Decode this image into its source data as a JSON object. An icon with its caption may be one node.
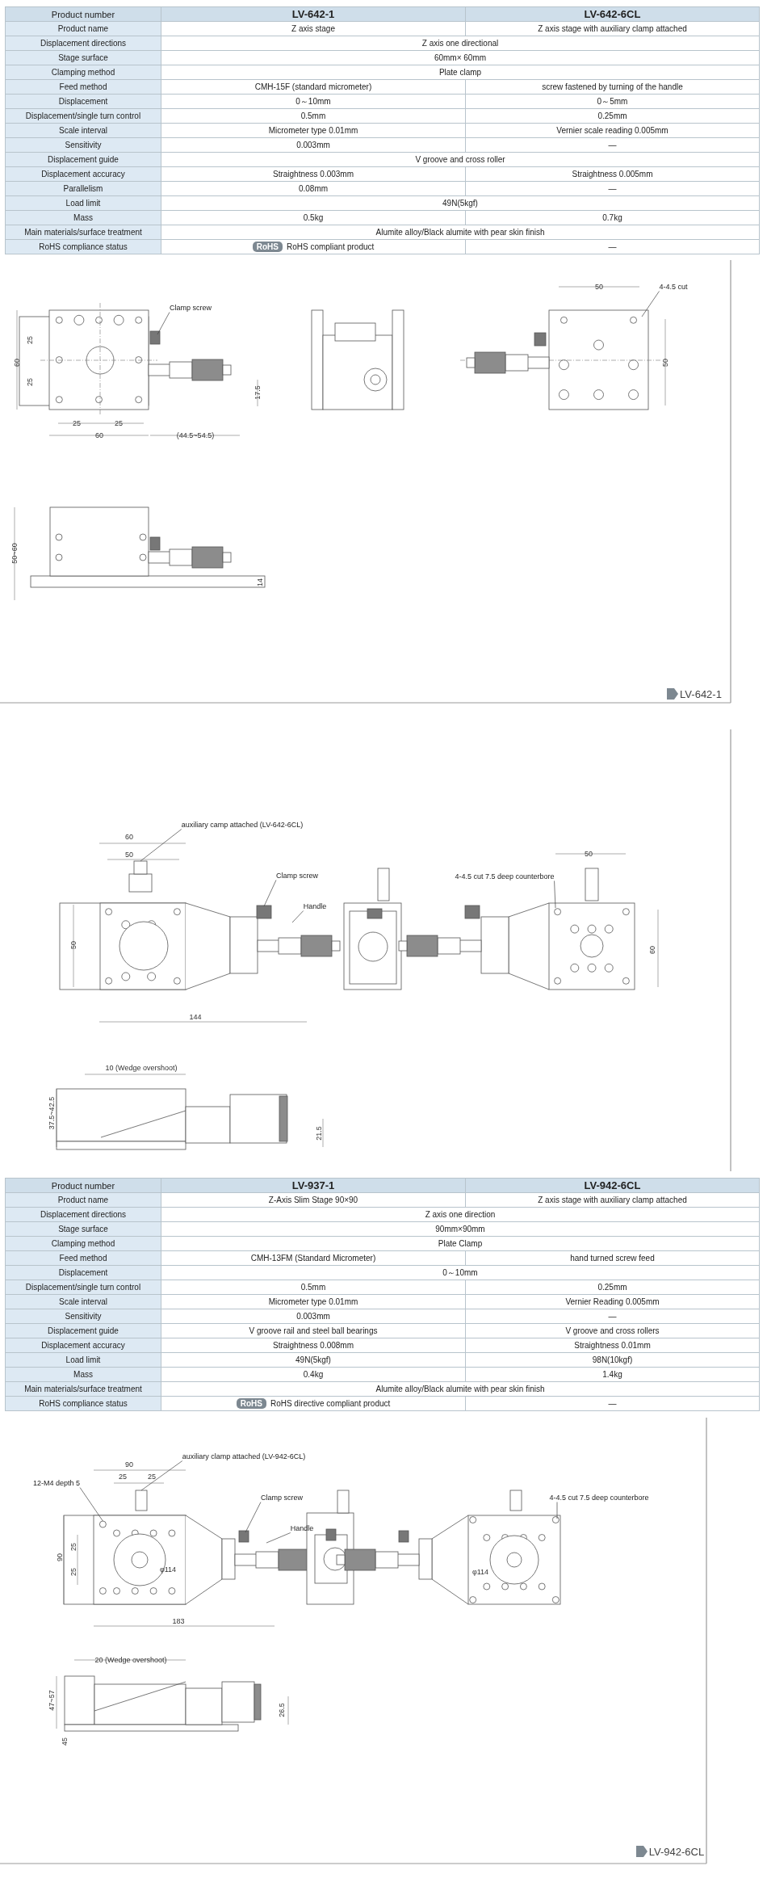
{
  "diagram": {
    "nodes": [
      {
        "text": [
          "Clamp screw"
        ]
      },
      {
        "text": [
          "4-4.5 cut"
        ]
      },
      {
        "text": [
          "auxiliary camp attached (LV-642-6CL)"
        ]
      },
      {
        "text": [
          "Clamp screw"
        ]
      },
      {
        "text": [
          "Handle"
        ]
      },
      {
        "text": [
          "4-4.5 cut 7.5 deep counterbore"
        ]
      },
      {
        "text": [
          "12-M4 depth 5"
        ]
      },
      {
        "text": [
          "auxiliary clamp attached (LV-942-6CL)"
        ]
      },
      {
        "text": [
          "Clamp screw"
        ]
      },
      {
        "text": [
          "Handle"
        ]
      },
      {
        "text": [
          "4-4.5 cut 7.5 deep counterbore"
        ]
      },
      {
        "text": [],
        "shape": "box"
      },
      {
        "text": [],
        "shape": "box"
      },
      {
        "text": [],
        "shape": "circle"
      }
    ],
    "edges": [
      {
        "from": 0,
        "to": null,
        "arrow": "none"
      },
      {
        "from": 1,
        "to": null,
        "arrow": "none"
      },
      {
        "from": 2,
        "to": 11,
        "arrow": "none"
      },
      {
        "from": 3,
        "to": null,
        "arrow": "none"
      },
      {
        "from": 4,
        "to": null,
        "arrow": "none"
      },
      {
        "from": 5,
        "to": null,
        "arrow": "none"
      },
      {
        "from": 6,
        "to": 13,
        "arrow": "none"
      },
      {
        "from": 7,
        "to": 12,
        "arrow": "none"
      },
      {
        "from": 8,
        "to": null,
        "arrow": "none"
      },
      {
        "from": 9,
        "to": null,
        "arrow": "none"
      },
      {
        "from": 10,
        "to": null,
        "arrow": "none"
      }
    ],
    "labels": [
      "Product number",
      "LV-642-1",
      "LV-642-6CL",
      "Product name",
      "Z axis stage",
      "Z axis stage with auxiliary clamp attached",
      "Displacement directions",
      "Z axis one directional",
      "Stage surface",
      "60mm× 60mm",
      "Clamping method",
      "Plate clamp",
      "Feed method",
      "CMH-15F (standard micrometer)",
      "screw fastened by turning of the handle",
      "Displacement",
      "0～10mm",
      "0～5mm",
      "Displacement/single turn control",
      "0.5mm",
      "0.25mm",
      "Scale interval",
      "Micrometer type 0.01mm",
      "Vernier scale reading 0.005mm",
      "Sensitivity",
      "0.003mm",
      "—",
      "Displacement guide",
      "V groove and cross roller",
      "Displacement accuracy",
      "Straightness 0.003mm",
      "Straightness 0.005mm",
      "Parallelism",
      "0.08mm",
      "—",
      "Load limit",
      "49N(5kgf)",
      "Mass",
      "0.5kg",
      "0.7kg",
      "Main materials/surface treatment",
      "Alumite alloy/Black alumite with pear skin finish",
      "RoHS compliance status",
      "RoHS",
      "RoHS compliant product",
      "—",
      "60",
      "25",
      "25",
      "25",
      "25",
      "60",
      "17.5",
      "(44.5~54.5)",
      "50",
      "50",
      "50~60",
      "14",
      "LV-642-1",
      "60",
      "50",
      "50",
      "144",
      "50",
      "60",
      "10 (Wedge overshoot)",
      "37.5~42.5",
      "21.5",
      "Product number",
      "LV-937-1",
      "LV-942-6CL",
      "Product name",
      "Z-Axis Slim Stage 90×90",
      "Z axis stage with auxiliary clamp attached",
      "Displacement directions",
      "Z axis one direction",
      "Stage surface",
      "90mm×90mm",
      "Clamping method",
      "Plate Clamp",
      "Feed method",
      "CMH-13FM (Standard Micrometer)",
      "hand turned screw feed",
      "Displacement",
      "0～10mm",
      "Displacement/single turn control",
      "0.5mm",
      "0.25mm",
      "Scale interval",
      "Micrometer type 0.01mm",
      "Vernier Reading 0.005mm",
      "Sensitivity",
      "0.003mm",
      "—",
      "Displacement guide",
      "V groove rail and steel ball bearings",
      "V groove and cross rollers",
      "Displacement accuracy",
      "Straightness 0.008mm",
      "Straightness 0.01mm",
      "Load limit",
      "49N(5kgf)",
      "98N(10kgf)",
      "Mass",
      "0.4kg",
      "1.4kg",
      "Main materials/surface treatment",
      "Alumite alloy/Black alumite with pear skin finish",
      "RoHS compliance status",
      "RoHS",
      "RoHS directive compliant product",
      "—",
      "90",
      "25",
      "25",
      "90",
      "25",
      "25",
      "φ114",
      "183",
      "φ114",
      "20 (Wedge overshoot)",
      "47~57",
      "26.5",
      "45",
      "LV-942-6CL"
    ]
  }
}
